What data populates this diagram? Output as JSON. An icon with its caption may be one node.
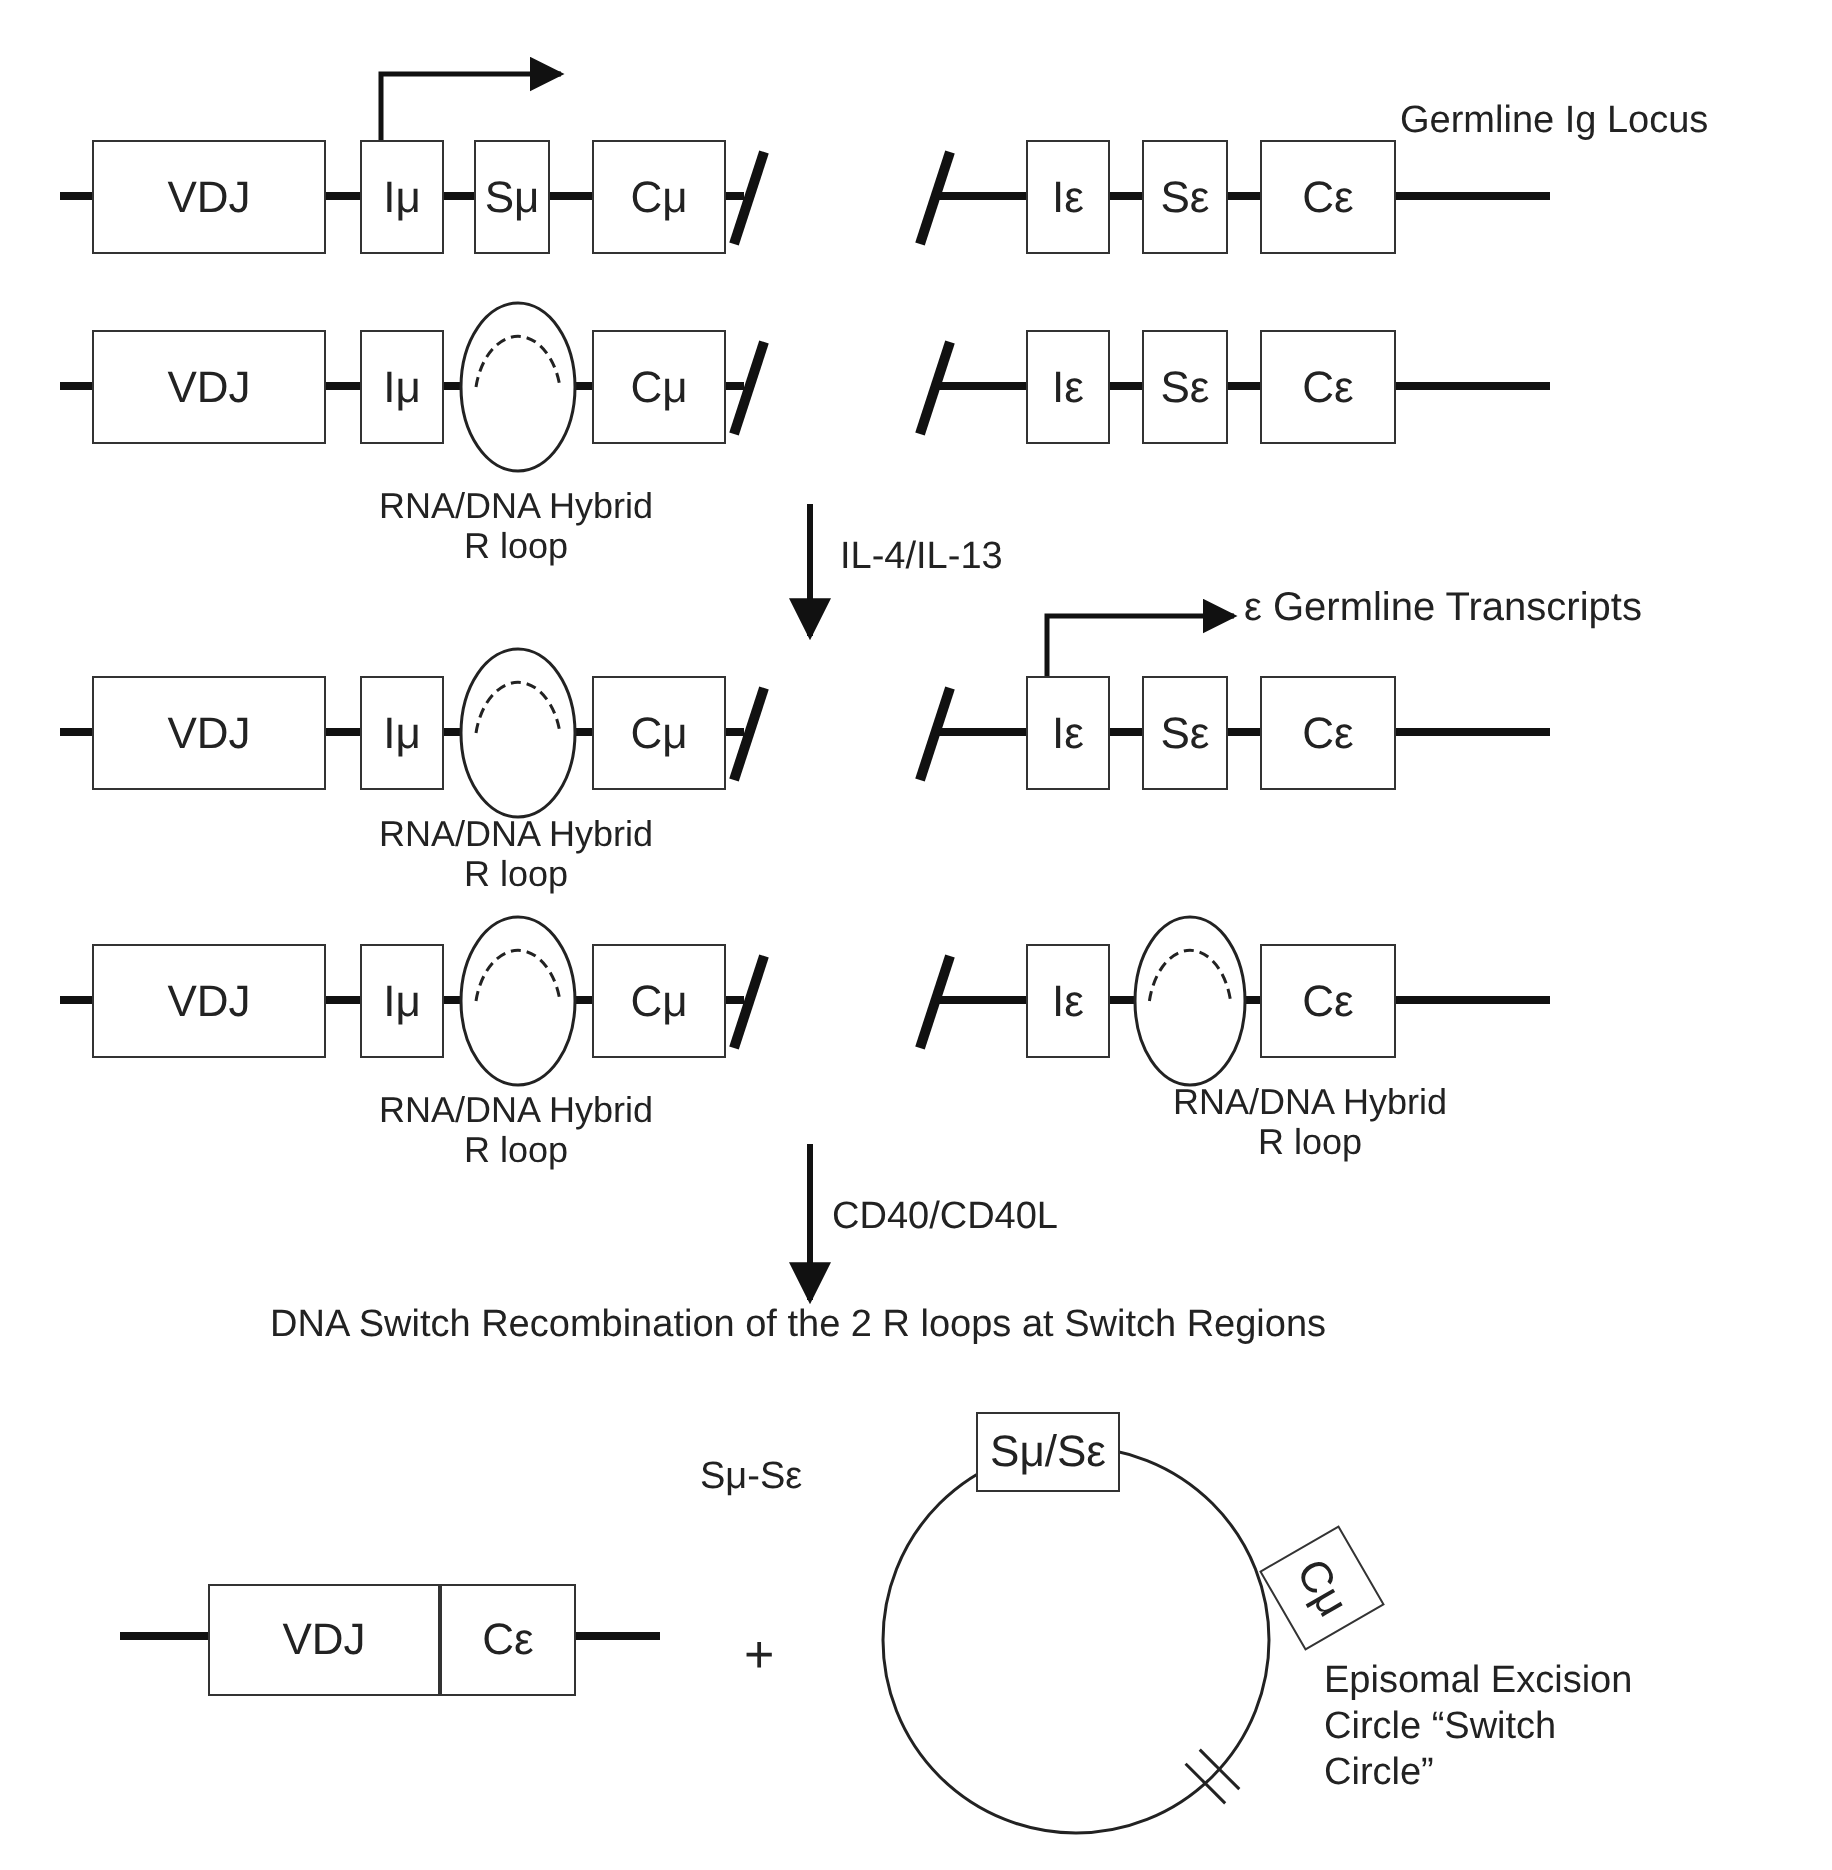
{
  "diagram": {
    "nodes": [
      {
        "text": [
          "VDJ"
        ]
      },
      {
        "text": [
          "Iμ"
        ]
      },
      {
        "text": [
          "Sμ"
        ]
      },
      {
        "text": [
          "Cμ"
        ]
      },
      {
        "text": [
          "Iε"
        ]
      },
      {
        "text": [
          "Sε"
        ]
      },
      {
        "text": [
          "Cε"
        ]
      },
      {
        "text": [
          "VDJ"
        ]
      },
      {
        "text": [
          "Iμ"
        ]
      },
      {
        "text": [],
        "shape": "ellipse",
        "beside": [
          "RNA/DNA Hybrid R loop"
        ]
      },
      {
        "text": [
          "Cμ"
        ]
      },
      {
        "text": [
          "Iε"
        ]
      },
      {
        "text": [
          "Sε"
        ]
      },
      {
        "text": [
          "Cε"
        ]
      },
      {
        "text": [
          "VDJ"
        ]
      },
      {
        "text": [
          "Iμ"
        ]
      },
      {
        "text": [],
        "shape": "ellipse",
        "beside": [
          "RNA/DNA Hybrid R loop"
        ]
      },
      {
        "text": [
          "Cμ"
        ]
      },
      {
        "text": [
          "Iε"
        ]
      },
      {
        "text": [
          "Sε"
        ]
      },
      {
        "text": [
          "Cε"
        ]
      },
      {
        "text": [
          "ε Germline Transcripts"
        ]
      },
      {
        "text": [
          "VDJ"
        ]
      },
      {
        "text": [
          "Iμ"
        ]
      },
      {
        "text": [],
        "shape": "ellipse",
        "beside": [
          "RNA/DNA Hybrid R loop"
        ]
      },
      {
        "text": [
          "Cμ"
        ]
      },
      {
        "text": [
          "Iε"
        ]
      },
      {
        "text": [],
        "shape": "ellipse",
        "beside": [
          "RNA/DNA Hybrid R loop"
        ]
      },
      {
        "text": [
          "Cε"
        ]
      },
      {
        "text": [
          "VDJ"
        ]
      },
      {
        "text": [
          "Cε"
        ]
      },
      {
        "text": [],
        "shape": "circle"
      },
      {
        "text": [
          "Sμ/Sε"
        ]
      },
      {
        "text": [
          "Cμ"
        ]
      }
    ],
    "edges": [
      {
        "from": 1,
        "to": null,
        "arrow": "to"
      },
      {
        "from": 18,
        "to": 21,
        "arrow": "to"
      }
    ],
    "labels": [
      "Germline Ig Locus",
      "IL-4/IL-13",
      "CD40/CD40L",
      "DNA Switch Recombination of the 2 R loops at Switch Regions",
      "Sμ-Sε",
      "+",
      "Episomal Excision Circle “Switch Circle”"
    ]
  }
}
